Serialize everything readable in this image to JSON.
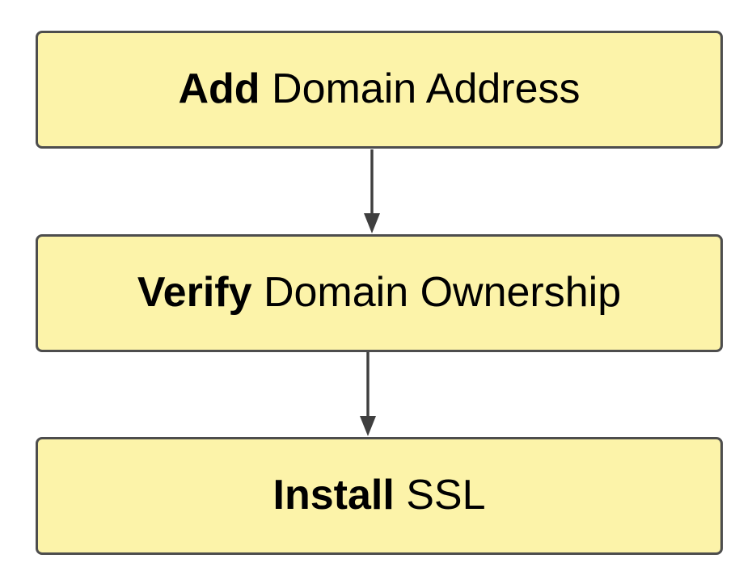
{
  "diagram": {
    "type": "flowchart",
    "background_color": "#ffffff",
    "node_fill": "#fcf3a9",
    "node_border_color": "#4d4d4d",
    "connector_color": "#3f3f3f",
    "text_color": "#000000",
    "nodes": [
      {
        "id": "add-domain-address",
        "bold": "Add",
        "rest": " Domain Address",
        "full": "Add Domain Address"
      },
      {
        "id": "verify-domain-ownership",
        "bold": "Verify",
        "rest": " Domain Ownership",
        "full": "Verify Domain Ownership"
      },
      {
        "id": "install-ssl",
        "bold": "Install",
        "rest": " SSL",
        "full": "Install SSL"
      }
    ],
    "connectors": [
      {
        "from": "Add Domain Address",
        "to": "Verify Domain Ownership",
        "direction": "down",
        "style": "solid-arrow"
      },
      {
        "from": "Verify Domain Ownership",
        "to": "Install SSL",
        "direction": "down",
        "style": "solid-arrow"
      }
    ]
  }
}
